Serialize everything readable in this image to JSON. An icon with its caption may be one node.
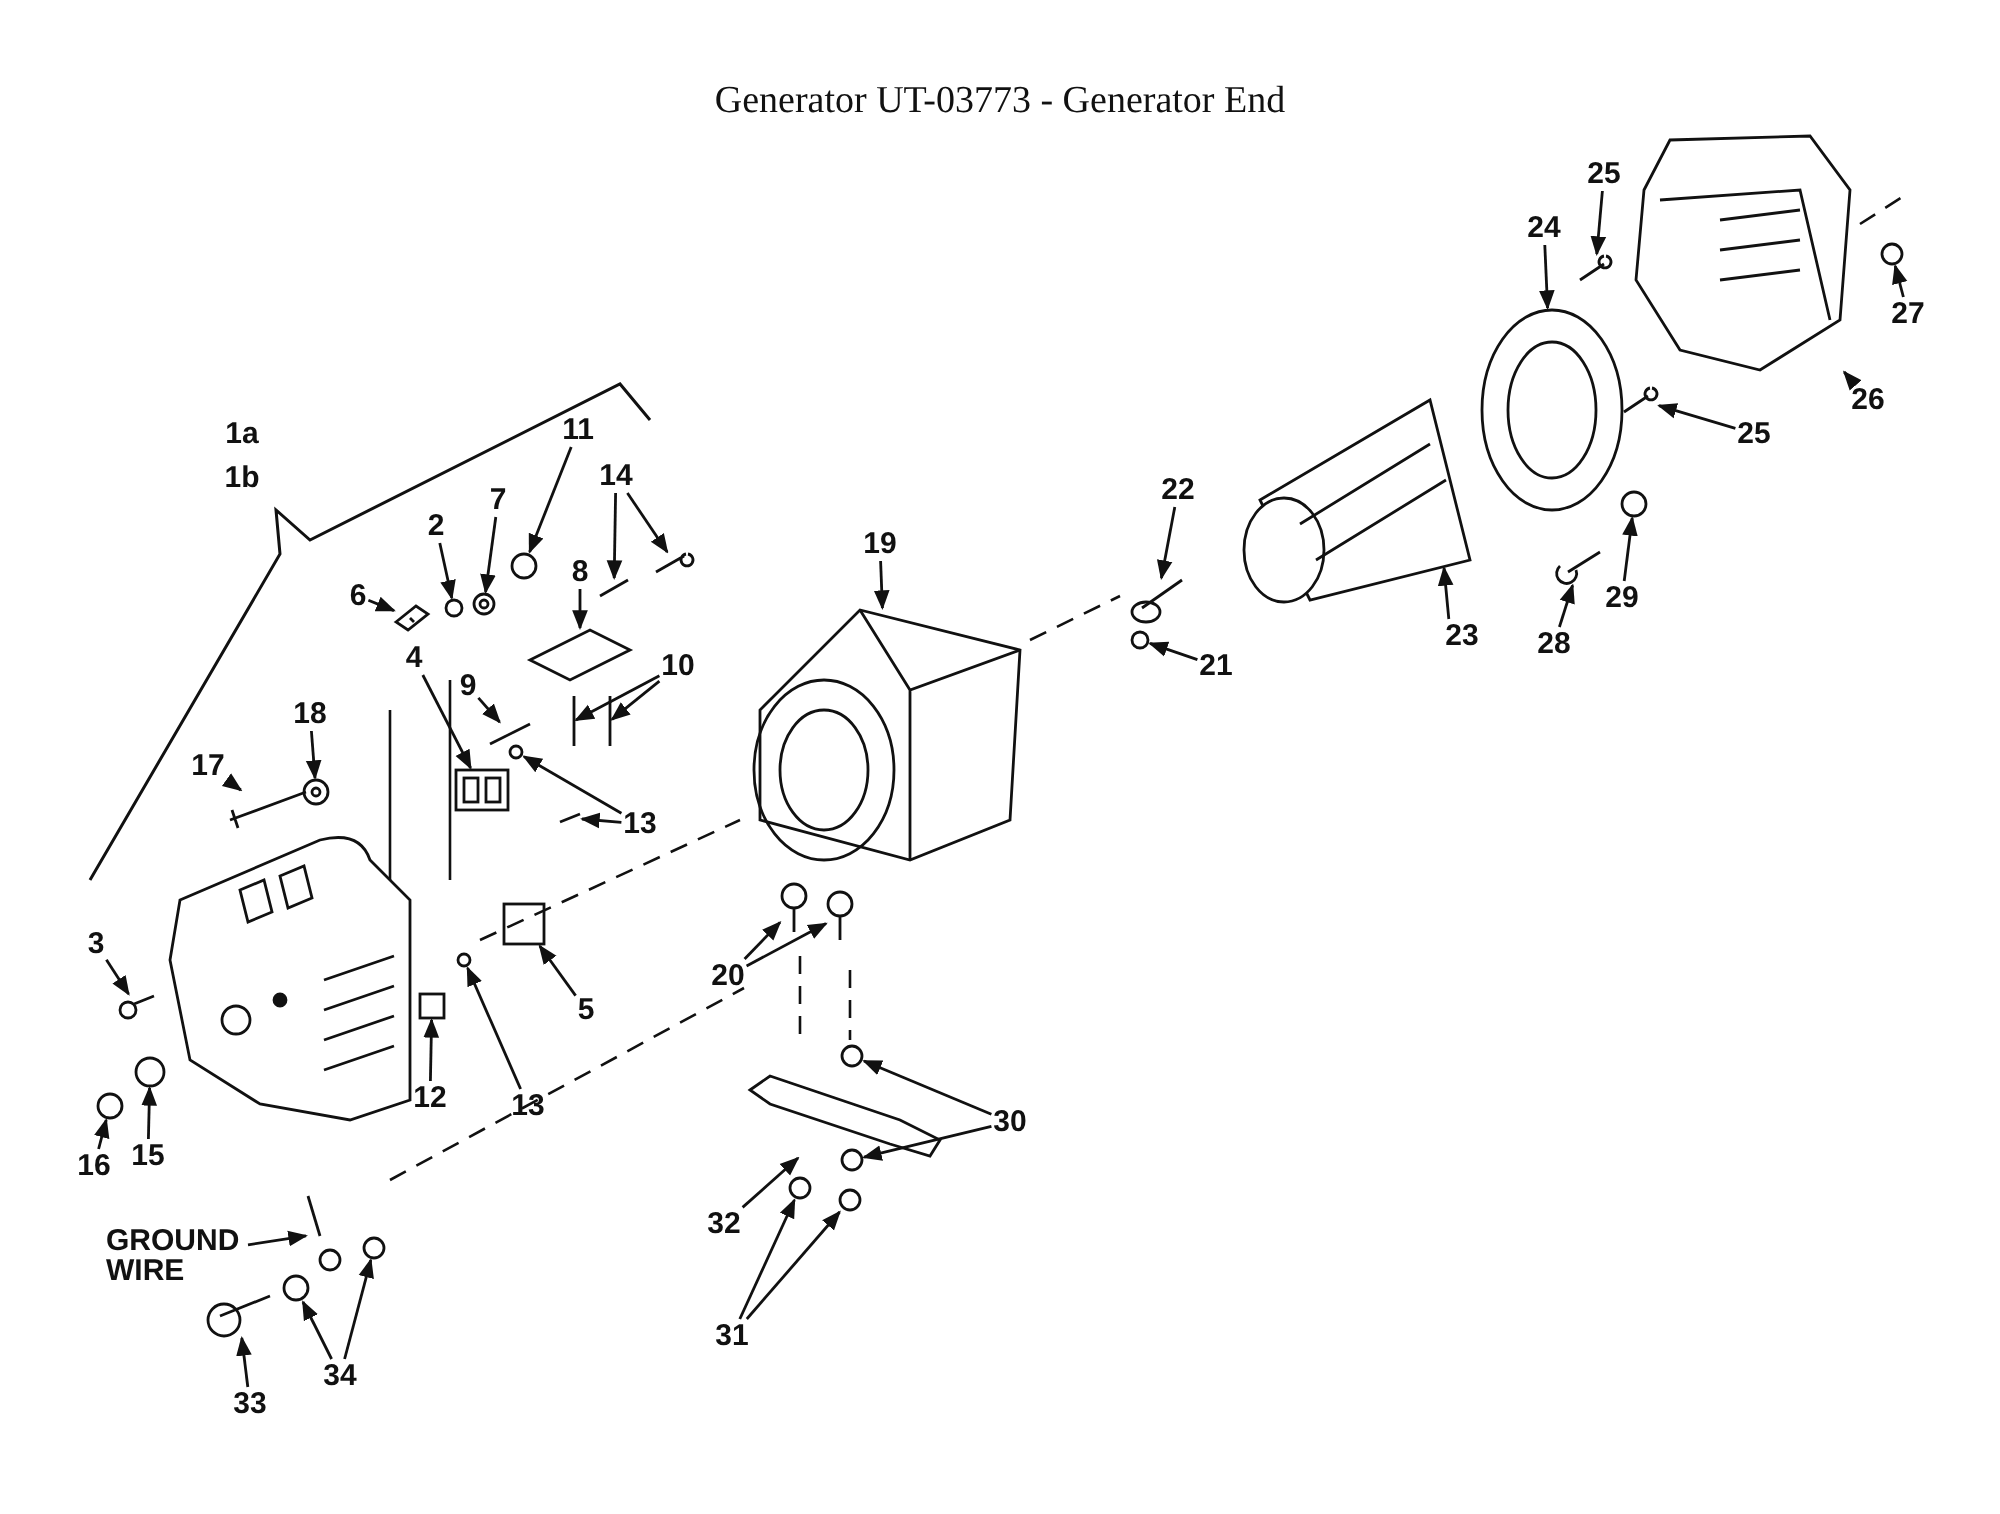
{
  "diagram": {
    "title": "Generator UT-03773 - Generator End",
    "nodes": [
      {
        "text": [
          "2"
        ]
      },
      {
        "text": [
          "3"
        ]
      },
      {
        "text": [
          "4"
        ]
      },
      {
        "text": [
          "5"
        ]
      },
      {
        "text": [
          "6"
        ]
      },
      {
        "text": [
          "7"
        ]
      },
      {
        "text": [
          "8"
        ]
      },
      {
        "text": [
          "9"
        ]
      },
      {
        "text": [
          "10"
        ]
      },
      {
        "text": [
          "11"
        ]
      },
      {
        "text": [
          "12"
        ]
      },
      {
        "text": [
          "13"
        ]
      },
      {
        "text": [
          "13"
        ]
      },
      {
        "text": [
          "14"
        ]
      },
      {
        "text": [
          "15"
        ]
      },
      {
        "text": [
          "16"
        ]
      },
      {
        "text": [
          "17"
        ]
      },
      {
        "text": [
          "18"
        ]
      },
      {
        "text": [
          "19"
        ]
      },
      {
        "text": [
          "20"
        ]
      },
      {
        "text": [
          "21"
        ]
      },
      {
        "text": [
          "22"
        ]
      },
      {
        "text": [
          "23"
        ]
      },
      {
        "text": [
          "24"
        ]
      },
      {
        "text": [
          "25"
        ]
      },
      {
        "text": [
          "25"
        ]
      },
      {
        "text": [
          "26"
        ]
      },
      {
        "text": [
          "27"
        ]
      },
      {
        "text": [
          "28"
        ]
      },
      {
        "text": [
          "29"
        ]
      },
      {
        "text": [
          "30"
        ]
      },
      {
        "text": [
          "31"
        ]
      },
      {
        "text": [
          "32"
        ]
      },
      {
        "text": [
          "33"
        ]
      },
      {
        "text": [
          "34"
        ]
      },
      {
        "text": [
          "GROUND WIRE"
        ]
      },
      {
        "text": [],
        "shape": "circle"
      },
      {
        "text": [],
        "shape": "picture"
      },
      {
        "text": [],
        "shape": "picture"
      },
      {
        "text": [],
        "shape": "box"
      },
      {
        "text": [],
        "shape": "picture"
      },
      {
        "text": [],
        "shape": "picture"
      },
      {
        "text": [],
        "shape": "picture"
      },
      {
        "text": [],
        "shape": "picture"
      },
      {
        "text": [],
        "shape": "picture"
      },
      {
        "text": [],
        "shape": "picture"
      },
      {
        "text": [],
        "shape": "circle"
      },
      {
        "text": [],
        "shape": "box"
      },
      {
        "text": [],
        "shape": "circle"
      },
      {
        "text": [],
        "shape": "picture"
      },
      {
        "text": [],
        "shape": "circle"
      },
      {
        "text": [],
        "shape": "picture"
      },
      {
        "text": [],
        "shape": "picture"
      },
      {
        "text": [],
        "shape": "circle"
      },
      {
        "text": [],
        "shape": "circle"
      },
      {
        "text": [],
        "shape": "picture"
      },
      {
        "text": [],
        "shape": "picture"
      },
      {
        "text": [],
        "shape": "picture"
      },
      {
        "text": [],
        "shape": "picture"
      },
      {
        "text": [],
        "shape": "picture"
      },
      {
        "text": [],
        "shape": "circle"
      },
      {
        "text": [],
        "shape": "picture"
      },
      {
        "text": [],
        "shape": "picture"
      },
      {
        "text": [],
        "shape": "picture"
      },
      {
        "text": [],
        "shape": "picture"
      },
      {
        "text": [],
        "shape": "picture"
      },
      {
        "text": [],
        "shape": "picture"
      },
      {
        "text": [],
        "shape": "circle"
      },
      {
        "text": [],
        "shape": "picture"
      },
      {
        "text": [],
        "shape": "circle"
      },
      {
        "text": [],
        "shape": "circle"
      },
      {
        "text": [],
        "shape": "circle"
      },
      {
        "text": [],
        "shape": "circle"
      },
      {
        "text": [],
        "shape": "circle"
      },
      {
        "text": [],
        "shape": "picture"
      },
      {
        "text": [],
        "shape": "picture"
      },
      {
        "text": [],
        "shape": "circle"
      },
      {
        "text": [],
        "shape": "circle"
      },
      {
        "text": [],
        "shape": "picture"
      }
    ],
    "edges": [
      {
        "from": 0,
        "to": 36,
        "arrow": "to"
      },
      {
        "from": 1,
        "to": 37,
        "arrow": "to"
      },
      {
        "from": 2,
        "to": 38,
        "arrow": "to"
      },
      {
        "from": 3,
        "to": 39,
        "arrow": "to"
      },
      {
        "from": 4,
        "to": 40,
        "arrow": "to"
      },
      {
        "from": 5,
        "to": 41,
        "arrow": "to"
      },
      {
        "from": 6,
        "to": 42,
        "arrow": "to"
      },
      {
        "from": 7,
        "to": 43,
        "arrow": "to"
      },
      {
        "from": 8,
        "to": 44,
        "arrow": "to"
      },
      {
        "from": 8,
        "to": 45,
        "arrow": "to"
      },
      {
        "from": 9,
        "to": 46,
        "arrow": "to"
      },
      {
        "from": 10,
        "to": 47,
        "arrow": "to"
      },
      {
        "from": 11,
        "to": 48,
        "arrow": "to"
      },
      {
        "from": 11,
        "to": 49,
        "arrow": "to"
      },
      {
        "from": 12,
        "to": 50,
        "arrow": "to"
      },
      {
        "from": 13,
        "to": 51,
        "arrow": "to"
      },
      {
        "from": 13,
        "to": 52,
        "arrow": "to"
      },
      {
        "from": 14,
        "to": 53,
        "arrow": "to"
      },
      {
        "from": 15,
        "to": 54,
        "arrow": "to"
      },
      {
        "from": 16,
        "to": 55,
        "arrow": "to"
      },
      {
        "from": 17,
        "to": 56,
        "arrow": "to"
      },
      {
        "from": 18,
        "to": 57,
        "arrow": "to"
      },
      {
        "from": 19,
        "to": 58,
        "arrow": "to"
      },
      {
        "from": 19,
        "to": 59,
        "arrow": "to"
      },
      {
        "from": 20,
        "to": 60,
        "arrow": "to"
      },
      {
        "from": 21,
        "to": 61,
        "arrow": "to"
      },
      {
        "from": 22,
        "to": 62,
        "arrow": "to"
      },
      {
        "from": 23,
        "to": 63,
        "arrow": "to"
      },
      {
        "from": 24,
        "to": 64,
        "arrow": "to"
      },
      {
        "from": 25,
        "to": 65,
        "arrow": "to"
      },
      {
        "from": 26,
        "to": 66,
        "arrow": "to"
      },
      {
        "from": 27,
        "to": 67,
        "arrow": "to"
      },
      {
        "from": 28,
        "to": 68,
        "arrow": "to"
      },
      {
        "from": 29,
        "to": 69,
        "arrow": "to"
      },
      {
        "from": 30,
        "to": 70,
        "arrow": "to"
      },
      {
        "from": 30,
        "to": 71,
        "arrow": "to"
      },
      {
        "from": 31,
        "to": 72,
        "arrow": "to"
      },
      {
        "from": 31,
        "to": 73,
        "arrow": "to"
      },
      {
        "from": 32,
        "to": 74,
        "arrow": "to"
      },
      {
        "from": 33,
        "to": 75,
        "arrow": "to"
      },
      {
        "from": 34,
        "to": 76,
        "arrow": "to"
      },
      {
        "from": 34,
        "to": 77,
        "arrow": "to"
      },
      {
        "from": 35,
        "to": 78,
        "arrow": "to"
      }
    ],
    "labels": [
      "1a",
      "1b"
    ]
  }
}
